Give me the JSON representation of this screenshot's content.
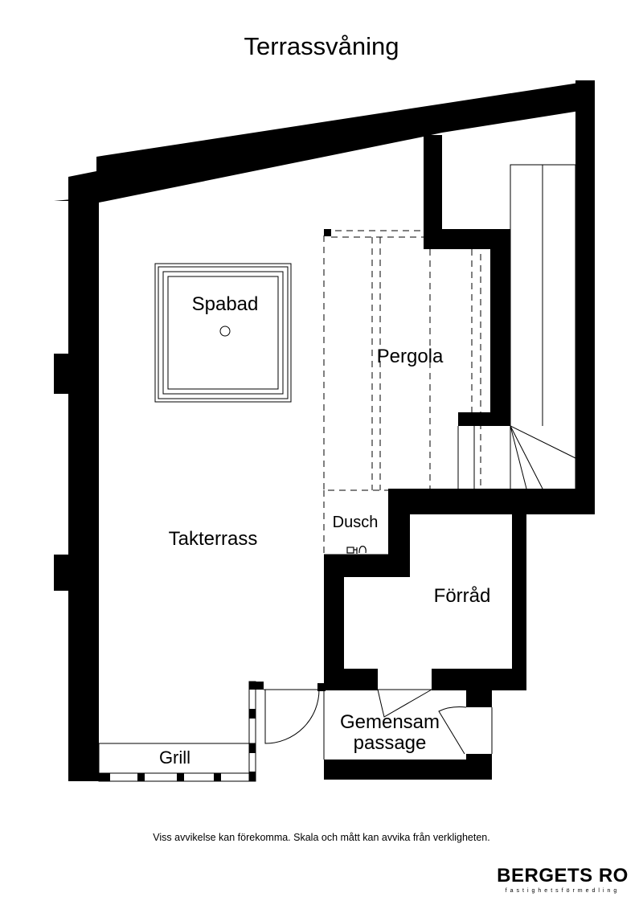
{
  "title": "Terrassvåning",
  "rooms": {
    "spabad": "Spabad",
    "pergola": "Pergola",
    "takterrass": "Takterrass",
    "dusch": "Dusch",
    "forrad": "Förråd",
    "gemensam_line1": "Gemensam",
    "gemensam_line2": "passage",
    "grill": "Grill"
  },
  "disclaimer": "Viss avvikelse kan förekomma. Skala och mått kan avvika från verkligheten.",
  "logo": {
    "name": "BERGETS RO",
    "subtitle": "fastighetsförmedling"
  }
}
